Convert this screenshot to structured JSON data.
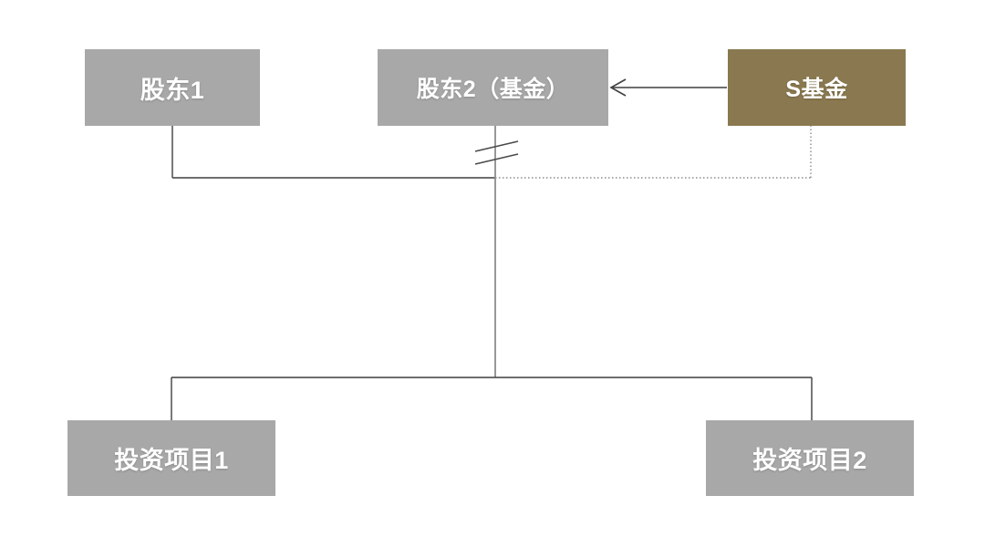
{
  "diagram": {
    "title": "",
    "background_color": "#ffffff",
    "palette": {
      "box_gray": "#a8a8a8",
      "box_olive": "#8a7950",
      "line": "#3f3f3f",
      "dotted_line": "#8c8c8c",
      "label_text": "#ffffff"
    },
    "nodes": [
      {
        "id": "shareholder1",
        "label": "股东1",
        "fill": "#a8a8a8"
      },
      {
        "id": "shareholder2",
        "label": "股东2（基金）",
        "fill": "#a8a8a8"
      },
      {
        "id": "sfund",
        "label": "S基金",
        "fill": "#8a7950"
      },
      {
        "id": "project1",
        "label": "投资项目1",
        "fill": "#a8a8a8"
      },
      {
        "id": "project2",
        "label": "投资项目2",
        "fill": "#a8a8a8"
      }
    ],
    "edges": [
      {
        "id": "sfund-to-shareholder2",
        "from": "sfund",
        "to": "shareholder2",
        "style": "solid",
        "arrow": "left"
      },
      {
        "id": "shareholder1-to-trunk",
        "from": "shareholder1",
        "to": "shareholder2",
        "style": "solid",
        "arrow": "none"
      },
      {
        "id": "sfund-dotted-to-trunk",
        "from": "sfund",
        "to": "shareholder2",
        "style": "dotted",
        "arrow": "none"
      },
      {
        "id": "trunk-to-project1",
        "from": "shareholder2",
        "to": "project1",
        "style": "solid",
        "arrow": "none"
      },
      {
        "id": "trunk-to-project2",
        "from": "shareholder2",
        "to": "project2",
        "style": "solid",
        "arrow": "none"
      }
    ],
    "annotations": [
      {
        "id": "break-mark",
        "type": "double-slash-break",
        "meaning": "link severed / transferred"
      }
    ]
  }
}
